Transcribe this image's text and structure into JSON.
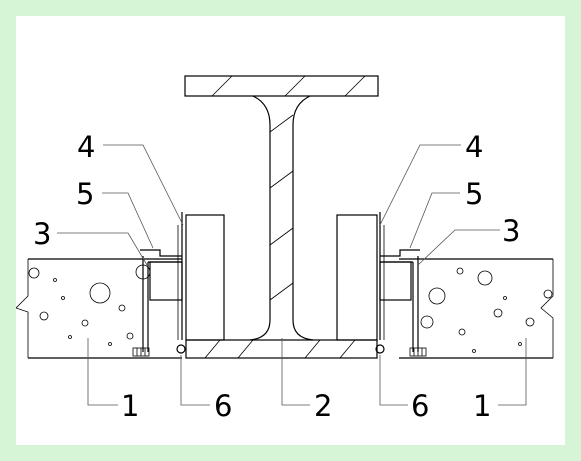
{
  "diagram": {
    "labels": {
      "left_4": "4",
      "left_5": "5",
      "left_3": "3",
      "right_4": "4",
      "right_5": "5",
      "right_3": "3",
      "bottom_1_left": "1",
      "bottom_6_left": "6",
      "bottom_2": "2",
      "bottom_6_right": "6",
      "bottom_1_right": "1"
    },
    "colors": {
      "background": "#d6f5d6",
      "canvas": "#ffffff",
      "line": "#000000",
      "leader": "#555555"
    }
  }
}
